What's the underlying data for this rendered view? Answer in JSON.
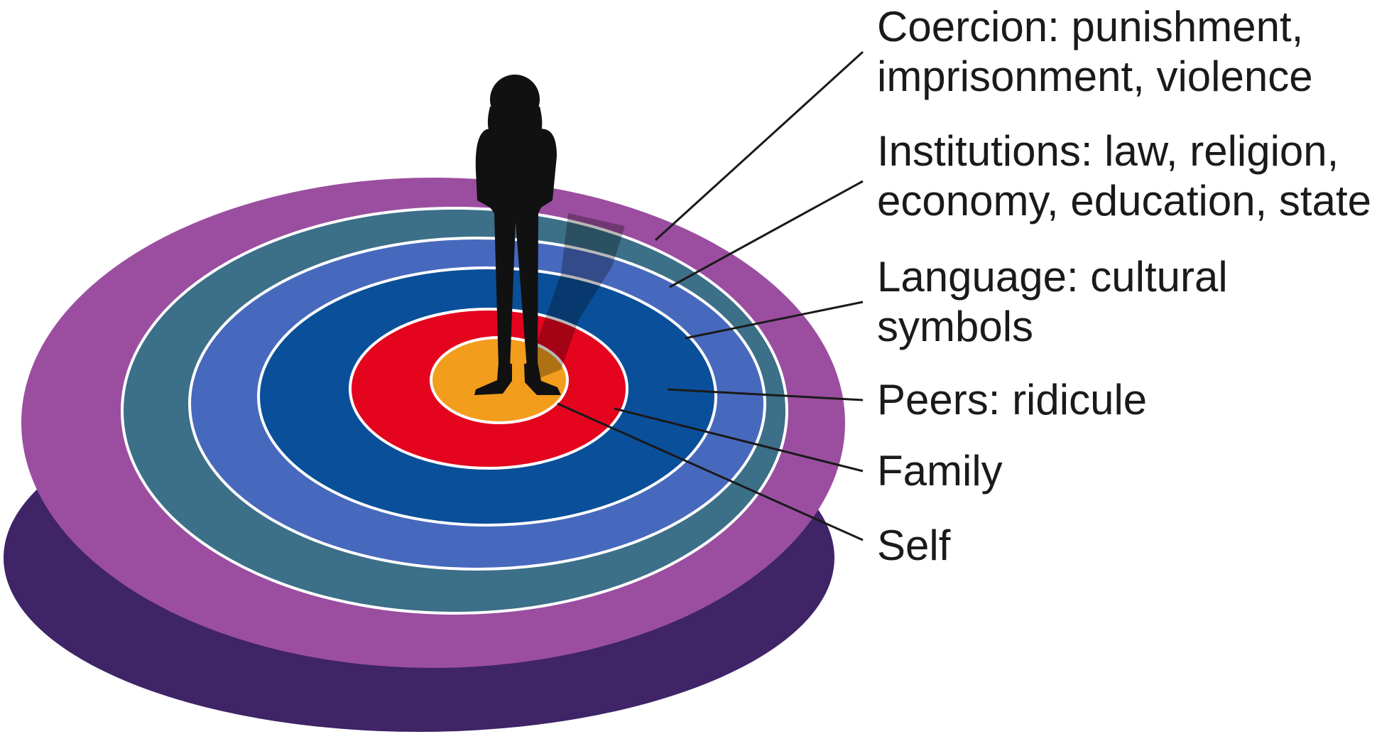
{
  "rings": [
    {
      "id": "coercion",
      "label_lines": [
        "Coercion: punishment,",
        "imprisonment, violence"
      ],
      "color": "#9b4ea0"
    },
    {
      "id": "institutions",
      "label_lines": [
        "Institutions: law, religion,",
        "economy, education, state"
      ],
      "color": "#3c6f88"
    },
    {
      "id": "language",
      "label_lines": [
        "Language: cultural",
        "symbols"
      ],
      "color": "#4769bd"
    },
    {
      "id": "peers",
      "label_lines": [
        "Peers: ridicule"
      ],
      "color": "#0a4f99"
    },
    {
      "id": "family",
      "label_lines": [
        "Family"
      ],
      "color": "#e4041e"
    },
    {
      "id": "self",
      "label_lines": [
        "Self"
      ],
      "color": "#f29d1c"
    }
  ],
  "colors": {
    "disc_side": "#3f2467",
    "ring_divider": "#ffffff",
    "figure": "#111111",
    "leader_line": "#1a1a1a"
  }
}
